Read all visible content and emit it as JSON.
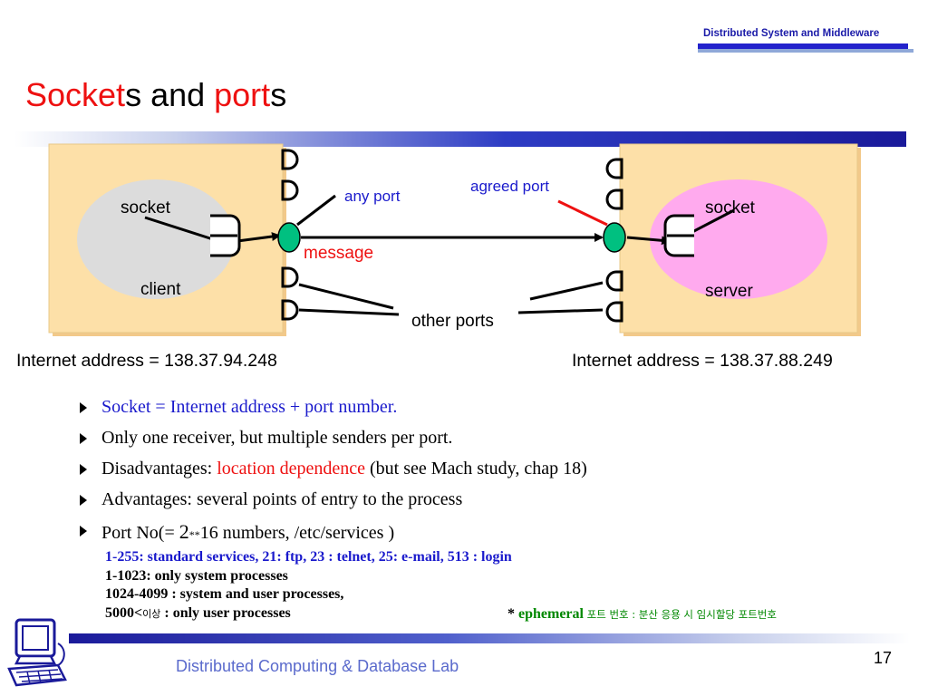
{
  "header": {
    "course": "Distributed System and Middleware"
  },
  "title": {
    "part1_red": "Socket",
    "part2": "s and ",
    "part3_red": "port",
    "part4": "s"
  },
  "diagram": {
    "left_box": {
      "socket_label": "socket",
      "process_label": "client",
      "address": "Internet address = 138.37.94.248"
    },
    "right_box": {
      "socket_label": "socket",
      "process_label": "server",
      "address": "Internet address = 138.37.88.249"
    },
    "labels": {
      "any_port": "any port",
      "agreed_port": "agreed port",
      "message": "message",
      "other_ports": "other ports"
    },
    "colors": {
      "box_fill": "#fde0a8",
      "client_ellipse": "#dcdcdc",
      "server_ellipse": "#ffaaee",
      "port_fill": "#00c080",
      "agreed_port_line": "#ee1111"
    }
  },
  "bullets": [
    {
      "text": "Socket = Internet address + port number."
    },
    {
      "text": "Only one receiver, but multiple senders per port."
    },
    {
      "prefix": "Disadvantages: ",
      "highlight": "location dependence",
      "suffix": " (but see Mach study, chap 18)"
    },
    {
      "text": "Advantages: several points of entry to the process"
    },
    {
      "prefix": "Port No(= ",
      "base": "2",
      "op": "**",
      "suffix": "16 numbers, /etc/services )"
    }
  ],
  "port_ranges": {
    "line1": "1-255: standard services,  21: ftp,  23 : telnet,  25: e-mail,  513 : login",
    "line2": "1-1023:  only system processes",
    "line3": "1024-4099 : system and user processes,",
    "line4_prefix": "5000<",
    "line4_small": "이상",
    "line4_suffix": " : only user processes"
  },
  "ephemeral": {
    "star": "* ",
    "word": "ephemeral",
    "korean": " 포트 번호 :  분산 응용 시 임시할당 포트번호"
  },
  "footer": {
    "lab": "Distributed Computing & Database Lab",
    "page": "17"
  }
}
